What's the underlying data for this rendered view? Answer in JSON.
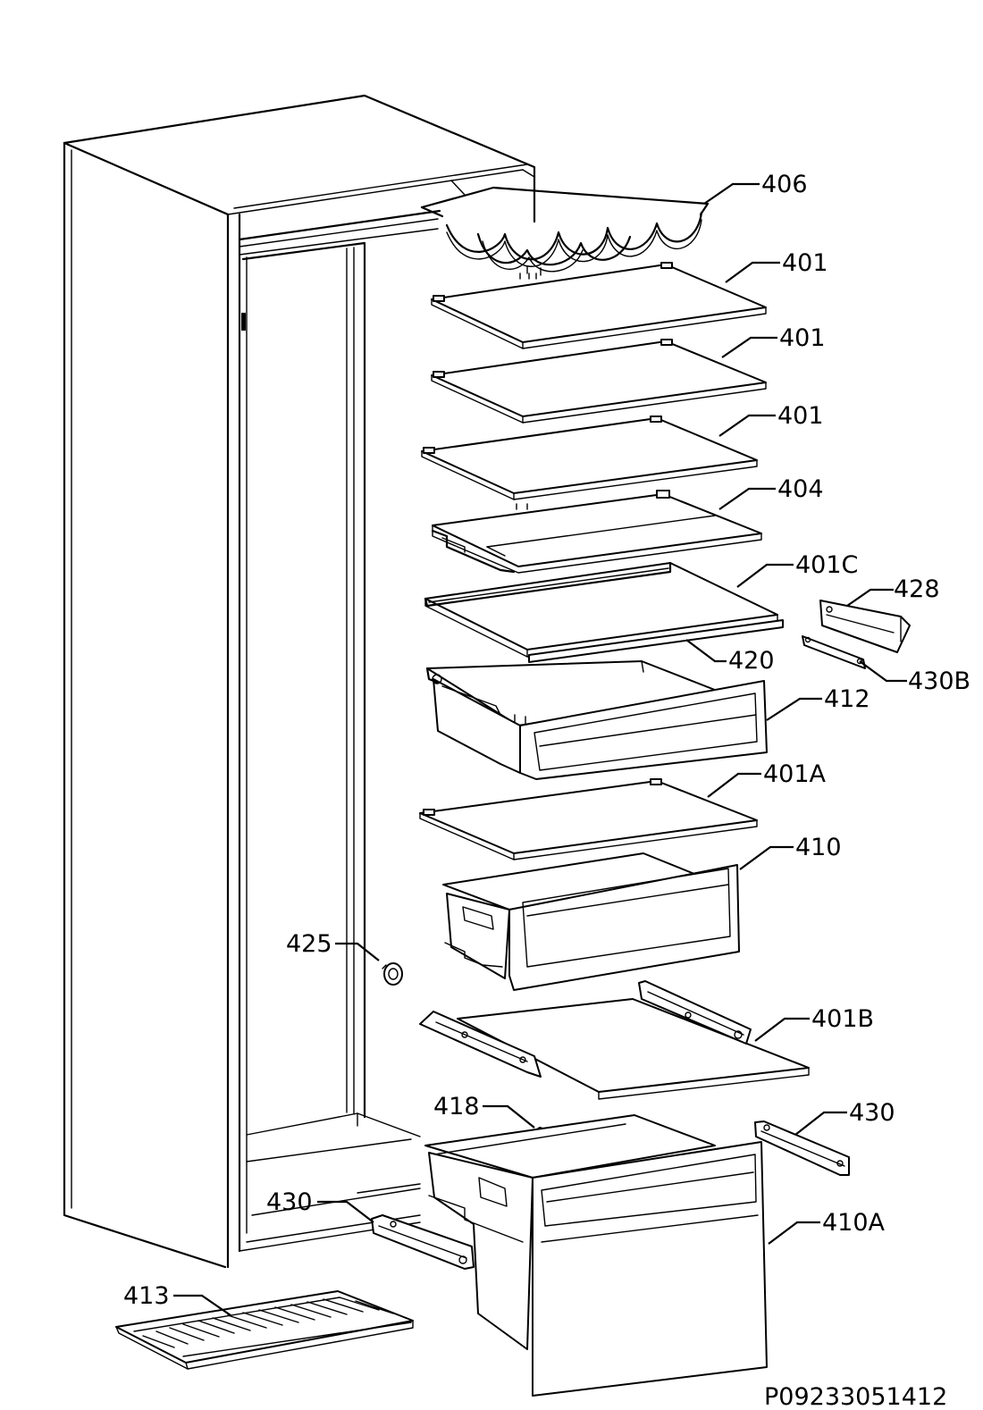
{
  "drawing_code": "P09233051412",
  "callouts": {
    "c406": "406",
    "c401_a": "401",
    "c401_b": "401",
    "c401_c": "401",
    "c404": "404",
    "c401C": "401C",
    "c428": "428",
    "c420": "420",
    "c430B": "430B",
    "c412": "412",
    "c401A": "401A",
    "c410": "410",
    "c425": "425",
    "c401B": "401B",
    "c418": "418",
    "c430_right": "430",
    "c430_left": "430",
    "c410A": "410A",
    "c413": "413"
  }
}
